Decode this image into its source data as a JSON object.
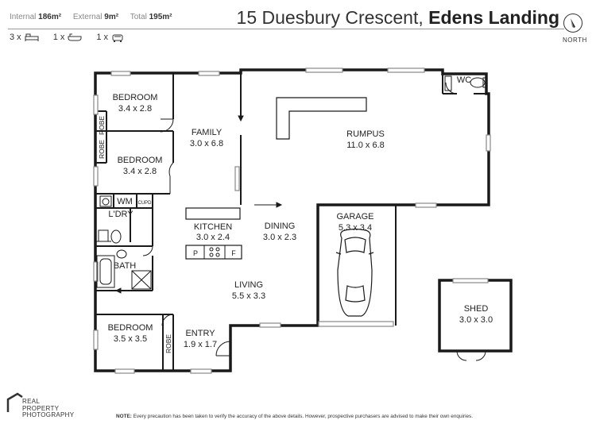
{
  "header": {
    "internal_label": "Internal",
    "internal_value": "186m²",
    "external_label": "External",
    "external_value": "9m²",
    "total_label": "Total",
    "total_value": "195m²",
    "bed_count": "3 x",
    "bath_count": "1 x",
    "car_count": "1 x",
    "address_street": "15 Duesbury Crescent,",
    "address_suburb": "Edens Landing",
    "north_label": "NORTH"
  },
  "rooms": {
    "bedroom1": {
      "name": "BEDROOM",
      "size": "3.4 x 2.8"
    },
    "bedroom2": {
      "name": "BEDROOM",
      "size": "3.4 x 2.8"
    },
    "bedroom3": {
      "name": "BEDROOM",
      "size": "3.5 x 3.5"
    },
    "family": {
      "name": "FAMILY",
      "size": "3.0 x 6.8"
    },
    "rumpus": {
      "name": "RUMPUS",
      "size": "11.0 x 6.8"
    },
    "kitchen": {
      "name": "KITCHEN",
      "size": "3.0 x 2.4"
    },
    "dining": {
      "name": "DINING",
      "size": "3.0 x 2.3"
    },
    "garage": {
      "name": "GARAGE",
      "size": "5.3 x 3.4"
    },
    "living": {
      "name": "LIVING",
      "size": "5.5 x 3.3"
    },
    "entry": {
      "name": "ENTRY",
      "size": "1.9 x 1.7"
    },
    "shed": {
      "name": "SHED",
      "size": "3.0 x 3.0"
    },
    "wc": {
      "name": "WC"
    },
    "laundry": {
      "name": "L'DRY"
    },
    "wm": {
      "name": "WM"
    },
    "bath": {
      "name": "BATH"
    },
    "cupd": {
      "name": "CUPD"
    },
    "robe1": {
      "name": "ROBE"
    },
    "robe2": {
      "name": "ROBE"
    },
    "robe3": {
      "name": "ROBE"
    },
    "pantry": {
      "name": "P"
    },
    "fridge": {
      "name": "F"
    }
  },
  "footer": {
    "brand_line1": "REAL",
    "brand_line2": "PROPERTY",
    "brand_line3": "PHOTOGRAPHY",
    "note_label": "NOTE:",
    "note_text": "Every precaution has been taken to verify the accuracy of the above details. However, prospective purchasers are advised to make their own enquiries."
  },
  "colors": {
    "wall": "#1a1a1a",
    "window": "#888888",
    "text": "#222222"
  }
}
